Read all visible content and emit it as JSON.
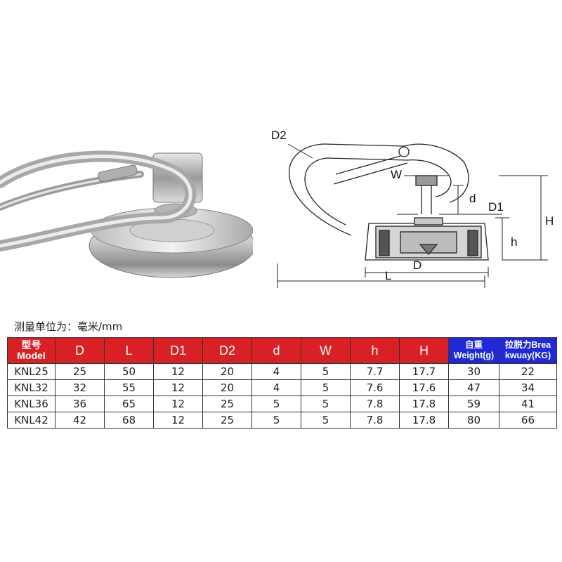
{
  "diagram": {
    "labels": {
      "D2": "D2",
      "W": "W",
      "d": "d",
      "D1": "D1",
      "H": "H",
      "h": "h",
      "D": "D",
      "L": "L"
    }
  },
  "unit_caption": "测量单位为：毫米/mm",
  "table": {
    "headers": [
      {
        "line1": "型号",
        "line2": "Model",
        "style": "model"
      },
      {
        "line1": "D",
        "line2": "",
        "style": "red"
      },
      {
        "line1": "L",
        "line2": "",
        "style": "red"
      },
      {
        "line1": "D1",
        "line2": "",
        "style": "red"
      },
      {
        "line1": "D2",
        "line2": "",
        "style": "red"
      },
      {
        "line1": "d",
        "line2": "",
        "style": "red"
      },
      {
        "line1": "W",
        "line2": "",
        "style": "red"
      },
      {
        "line1": "h",
        "line2": "",
        "style": "red"
      },
      {
        "line1": "H",
        "line2": "",
        "style": "red"
      },
      {
        "line1": "自重",
        "line2": "Weight(g)",
        "style": "blue"
      },
      {
        "line1": "拉脱力Brea",
        "line2": "kwuay(KG)",
        "style": "blue"
      }
    ],
    "rows": [
      [
        "KNL25",
        "25",
        "50",
        "12",
        "20",
        "4",
        "5",
        "7.7",
        "17.7",
        "30",
        "22"
      ],
      [
        "KNL32",
        "32",
        "55",
        "12",
        "20",
        "4",
        "5",
        "7.6",
        "17.6",
        "47",
        "34"
      ],
      [
        "KNL36",
        "36",
        "65",
        "12",
        "25",
        "5",
        "5",
        "7.8",
        "17.8",
        "59",
        "41"
      ],
      [
        "KNL42",
        "42",
        "68",
        "12",
        "25",
        "5",
        "5",
        "7.8",
        "17.8",
        "80",
        "66"
      ]
    ]
  }
}
